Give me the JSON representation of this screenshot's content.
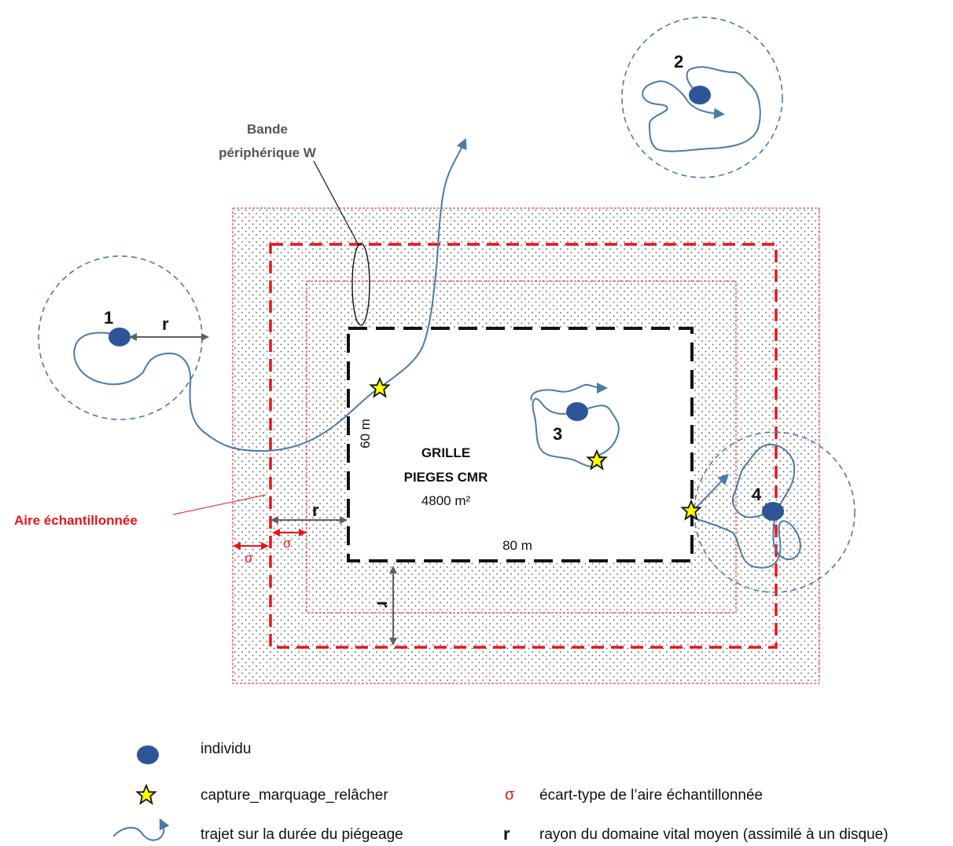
{
  "colors": {
    "individual": "#2E5597",
    "track": "#4A7BA8",
    "home_range": "#4A7BA8",
    "sampled_area": "#E8141B",
    "grid": "#111111",
    "star_fill": "#FFFF00",
    "arrow_gray": "#606060"
  },
  "labels": {
    "bande_line1": "Bande",
    "bande_line2": "périphérique W",
    "aire": "Aire échantillonnée",
    "grid_line1": "GRILLE",
    "grid_line2": "PIEGES CMR",
    "grid_area": "4800 m²",
    "dim_height": "60 m",
    "dim_width": "80 m",
    "r": "r",
    "sigma": "σ"
  },
  "individuals": [
    {
      "label": "1"
    },
    {
      "label": "2"
    },
    {
      "label": "3"
    },
    {
      "label": "4"
    }
  ],
  "legend": [
    {
      "icon": "individual-icon",
      "text": "individu"
    },
    {
      "icon": "star-icon",
      "text": "capture_marquage_relâcher"
    },
    {
      "icon": "track-icon",
      "text": "trajet sur la durée du piégeage"
    },
    {
      "symbol": "σ",
      "text": "écart-type de l’aire échantillonnée"
    },
    {
      "symbol": "r",
      "text": "rayon du domaine vital moyen (assimilé à un disque)"
    }
  ]
}
